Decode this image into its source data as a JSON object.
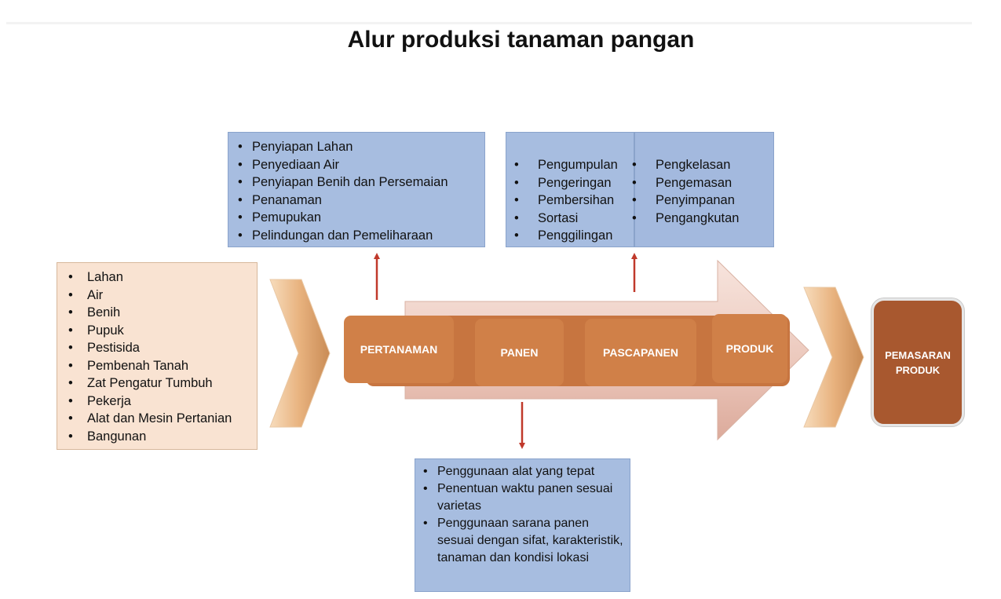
{
  "title": "Alur produksi tanaman pangan",
  "inputs": [
    "Lahan",
    "Air",
    "Benih",
    "Pupuk",
    "Pestisida",
    "Pembenah Tanah",
    "Zat Pengatur Tumbuh",
    "Pekerja",
    "Alat dan Mesin Pertanian",
    "Bangunan"
  ],
  "pertanaman_activities": [
    "Penyiapan Lahan",
    "Penyediaan Air",
    "Penyiapan Benih dan Persemaian",
    "Penanaman",
    "Pemupukan",
    "Pelindungan dan Pemeliharaan"
  ],
  "pascapanen_activities_1": [
    "Pengumpulan",
    "Pengeringan",
    "Pembersihan",
    "Sortasi",
    "Penggilingan"
  ],
  "pascapanen_activities_2": [
    "Pengkelasan",
    "Pengemasan",
    "Penyimpanan",
    "Pengangkutan"
  ],
  "panen_activities": [
    "Penggunaan alat yang tepat",
    "Penentuan waktu panen sesuai varietas",
    "Penggunaan sarana panen sesuai dengan sifat, karakteristik, tanaman dan kondisi lokasi"
  ],
  "stages": {
    "pertanaman": "PERTANAMAN",
    "panen": "PANEN",
    "pascapanen": "PASCAPANEN",
    "produk": "PRODUK",
    "pemasaran": "PEMASARAN PRODUK"
  },
  "colors": {
    "stage_fill": "#d08048",
    "pemasaran_fill": "#a8582f",
    "activity_box": "#a7bde0",
    "input_box": "#f9e3d2",
    "arrow_red": "#c0392b",
    "main_arrow": "#ebc8bc"
  }
}
